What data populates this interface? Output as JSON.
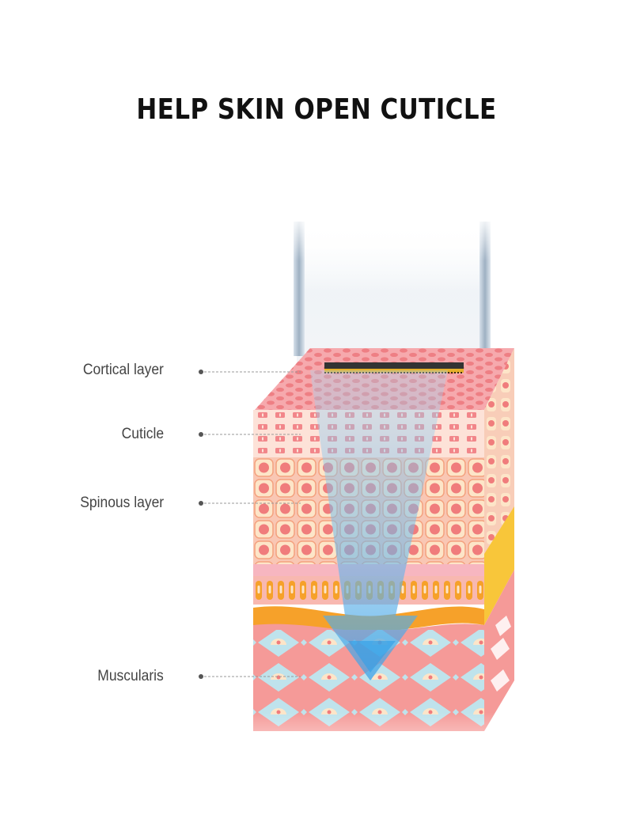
{
  "title": "HELP SKIN OPEN CUTICLE",
  "layers": [
    {
      "label": "Cortical layer"
    },
    {
      "label": "Cuticle"
    },
    {
      "label": "Spinous layer"
    },
    {
      "label": "Muscularis"
    }
  ],
  "colors": {
    "title": "#111111",
    "label_text": "#444444",
    "surface_pink": "#f6a9ad",
    "cell_coral": "#f07c7c",
    "cell_cream": "#fde5c8",
    "basal_orange": "#f6a12a",
    "basal_yellow": "#f8c63a",
    "muscle_blue": "#bfe3ec",
    "arrow_blue": "#4aa7e8"
  },
  "icons": [
    "device-probe",
    "energy-arrow-icon",
    "leader-dot-icon"
  ]
}
